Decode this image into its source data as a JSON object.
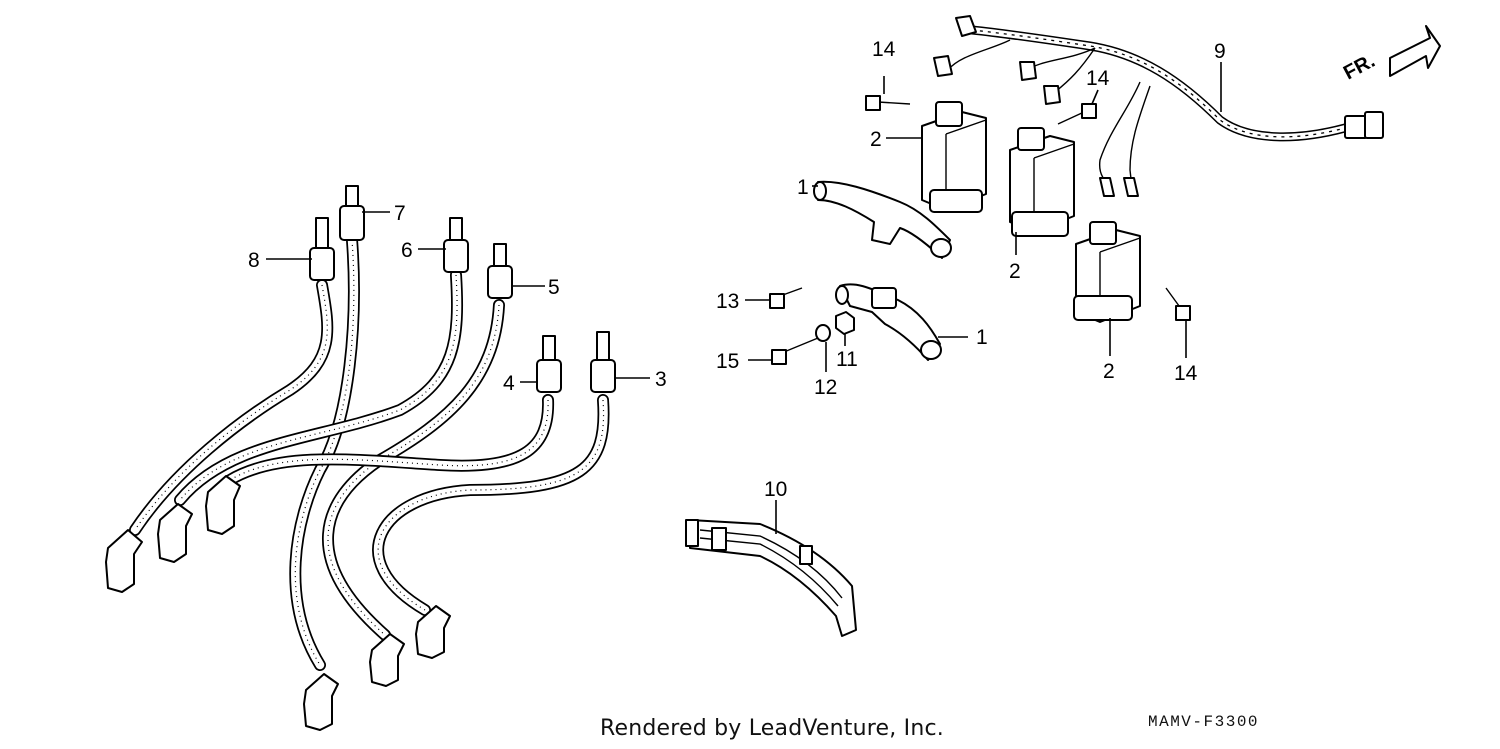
{
  "diagram": {
    "callouts": {
      "c1a": "1",
      "c1b": "1",
      "c2a": "2",
      "c2b": "2",
      "c2c": "2",
      "c3": "3",
      "c4": "4",
      "c5": "5",
      "c6": "6",
      "c7": "7",
      "c8": "8",
      "c9": "9",
      "c10": "10",
      "c11": "11",
      "c12": "12",
      "c13": "13",
      "c14a": "14",
      "c14b": "14",
      "c14c": "14",
      "c15": "15"
    },
    "front_label": "FR.",
    "credit": "Rendered by LeadVenture, Inc.",
    "diagram_code": "MAMV-F3300"
  }
}
